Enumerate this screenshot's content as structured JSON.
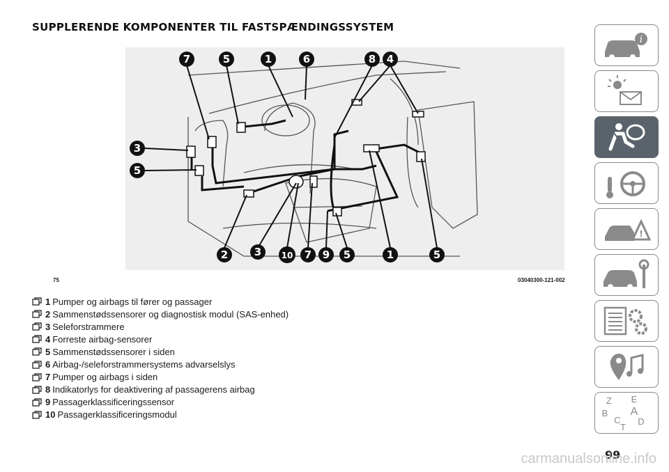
{
  "page_title": "SUPPLERENDE KOMPONENTER TIL FASTSPÆNDINGSSYSTEM",
  "figure": {
    "number": "75",
    "code": "03040300-121-002",
    "callouts_top": [
      "7",
      "5",
      "1",
      "6",
      "8",
      "4"
    ],
    "callouts_left": [
      "3",
      "5"
    ],
    "callouts_bottom": [
      "2",
      "3",
      "10",
      "7",
      "9",
      "5",
      "1",
      "5"
    ]
  },
  "legend": [
    {
      "num": "1",
      "text": "Pumper og airbags til fører og passager"
    },
    {
      "num": "2",
      "text": "Sammenstødssensorer og diagnostisk modul (SAS-enhed)"
    },
    {
      "num": "3",
      "text": "Seleforstrammere"
    },
    {
      "num": "4",
      "text": "Forreste airbag-sensorer"
    },
    {
      "num": "5",
      "text": "Sammenstødssensorer i siden"
    },
    {
      "num": "6",
      "text": "Airbag-/seleforstrammersystems advarselslys"
    },
    {
      "num": "7",
      "text": "Pumper og airbags i siden"
    },
    {
      "num": "8",
      "text": "Indikatorlys for deaktivering af passagerens airbag"
    },
    {
      "num": "9",
      "text": "Passagerklassificeringssensor"
    },
    {
      "num": "10",
      "text": "Passagerklassificeringsmodul"
    }
  ],
  "sidebar_tabs": [
    {
      "icon": "car-info-icon"
    },
    {
      "icon": "warning-lights-icon"
    },
    {
      "icon": "safety-airbag-icon",
      "active": true
    },
    {
      "icon": "steering-key-icon"
    },
    {
      "icon": "emergency-icon"
    },
    {
      "icon": "maintenance-icon"
    },
    {
      "icon": "technical-data-icon"
    },
    {
      "icon": "multimedia-icon"
    },
    {
      "icon": "index-icon",
      "letters": [
        "Z",
        "E",
        "B",
        "A",
        "C",
        "T",
        "D"
      ]
    }
  ],
  "page_number": "99",
  "watermark": "carmanualsonline.info",
  "colors": {
    "active_tab": "#5a636c",
    "callout": "#111111",
    "figure_bg": "#eeeeee"
  }
}
